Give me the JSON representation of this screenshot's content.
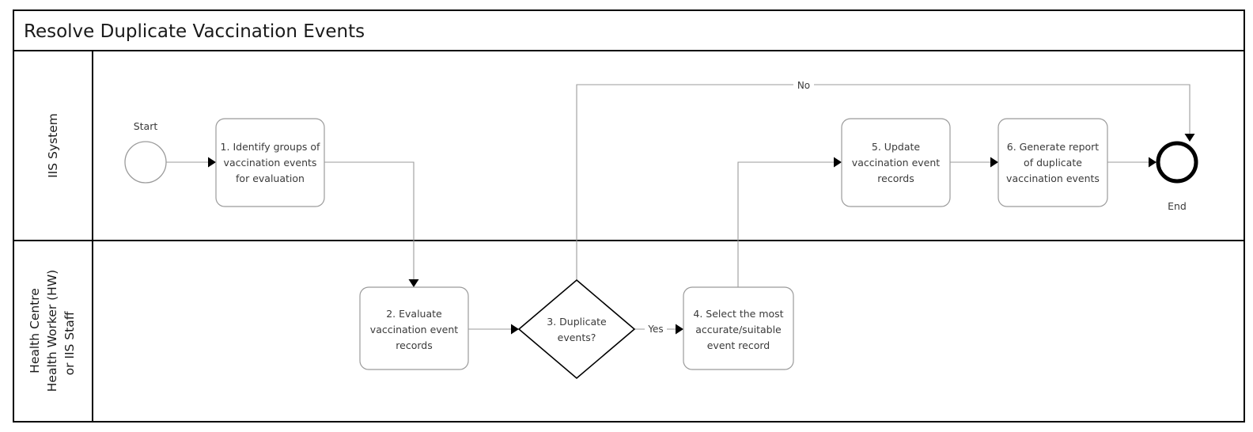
{
  "pool": {
    "title": "Resolve Duplicate Vaccination Events"
  },
  "lanes": [
    {
      "id": "iis-system",
      "label_lines": [
        "IIS System"
      ]
    },
    {
      "id": "health-centre",
      "label_lines": [
        "Health Centre",
        "Health Worker (HW)",
        "or IIS Staff"
      ]
    }
  ],
  "events": {
    "start": {
      "label": "Start"
    },
    "end": {
      "label": "End"
    }
  },
  "tasks": [
    {
      "id": "task-1",
      "lane": "iis-system",
      "lines": [
        "1. Identify groups of",
        "vaccination events",
        "for evaluation"
      ]
    },
    {
      "id": "task-2",
      "lane": "health-centre",
      "lines": [
        "2. Evaluate",
        "vaccination event",
        "records"
      ]
    },
    {
      "id": "task-4",
      "lane": "health-centre",
      "lines": [
        "4. Select the most",
        "accurate/suitable",
        "event record"
      ]
    },
    {
      "id": "task-5",
      "lane": "iis-system",
      "lines": [
        "5. Update",
        "vaccination event",
        "records"
      ]
    },
    {
      "id": "task-6",
      "lane": "iis-system",
      "lines": [
        "6. Generate report",
        "of duplicate",
        "vaccination events"
      ]
    }
  ],
  "gateway": {
    "id": "gateway-3",
    "lane": "health-centre",
    "lines": [
      "3. Duplicate",
      "events?"
    ]
  },
  "flow_labels": {
    "yes": "Yes",
    "no": "No"
  },
  "colors": {
    "pool_border": "#000000",
    "task_border": "#9b9b9b",
    "gateway_border": "#000000",
    "flow_line": "#9b9b9b",
    "arrowhead": "#000000",
    "text": "#3a3a3a",
    "background": "#ffffff"
  }
}
